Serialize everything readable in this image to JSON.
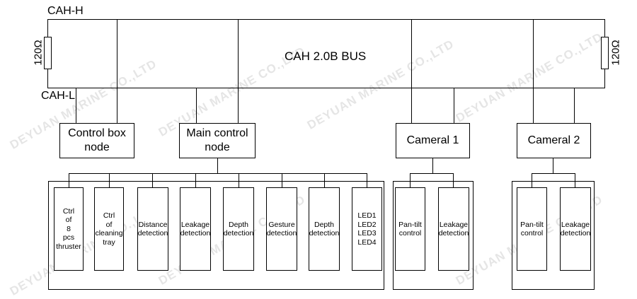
{
  "bus": {
    "title": "CAH 2.0B BUS",
    "high_label": "CAH-H",
    "low_label": "CAH-L",
    "resistor_left": "120Ω",
    "resistor_right": "120Ω"
  },
  "nodes": [
    {
      "name": "control-box-node",
      "label": "Control box\nnode"
    },
    {
      "name": "main-control-node",
      "label": "Main control\nnode"
    },
    {
      "name": "cameral-1-node",
      "label": "Cameral 1"
    },
    {
      "name": "cameral-2-node",
      "label": "Cameral 2"
    }
  ],
  "main_functions": [
    "Ctrl\nof\n8\npcs\nthruster",
    "Ctrl\nof\ncleaning\ntray",
    "Distance\ndetection",
    "Leakage\ndetection",
    "Depth\ndetection",
    "Gesture\ndetection",
    "Depth\ndetection",
    "LED1\nLED2\nLED3\nLED4"
  ],
  "camera1_functions": [
    "Pan-tilt\ncontrol",
    "Leakage\ndetection"
  ],
  "camera2_functions": [
    "Pan-tilt\ncontrol",
    "Leakage\ndetection"
  ],
  "watermark": "DEYUAN MARINE CO.,LTD"
}
